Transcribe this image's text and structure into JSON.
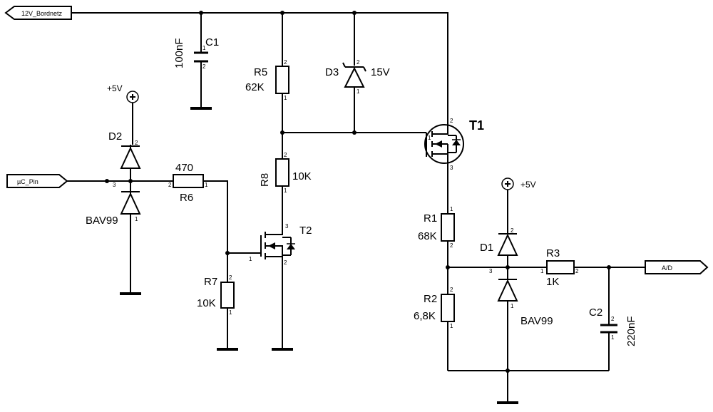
{
  "ports": {
    "supply": "12V_Bordnetz",
    "uc_pin": "µC_Pin",
    "ad": "A/D"
  },
  "power": {
    "plus5v_left": "+5V",
    "plus5v_right": "+5V"
  },
  "components": {
    "c1": {
      "ref": "C1",
      "value": "100nF"
    },
    "r5": {
      "ref": "R5",
      "value": "62K"
    },
    "d3": {
      "ref": "D3",
      "value": "15V"
    },
    "t1": {
      "ref": "T1"
    },
    "d2": {
      "ref": "D2",
      "part": "BAV99"
    },
    "r6": {
      "ref": "R6",
      "value": "470"
    },
    "r8": {
      "ref": "R8",
      "value": "10K"
    },
    "t2": {
      "ref": "T2"
    },
    "r7": {
      "ref": "R7",
      "value": "10K"
    },
    "r1": {
      "ref": "R1",
      "value": "68K"
    },
    "d1": {
      "ref": "D1",
      "part": "BAV99"
    },
    "r3": {
      "ref": "R3",
      "value": "1K"
    },
    "r2": {
      "ref": "R2",
      "value": "6,8K"
    },
    "c2": {
      "ref": "C2",
      "value": "220nF"
    }
  },
  "pins": {
    "one": "1",
    "two": "2",
    "three": "3"
  }
}
